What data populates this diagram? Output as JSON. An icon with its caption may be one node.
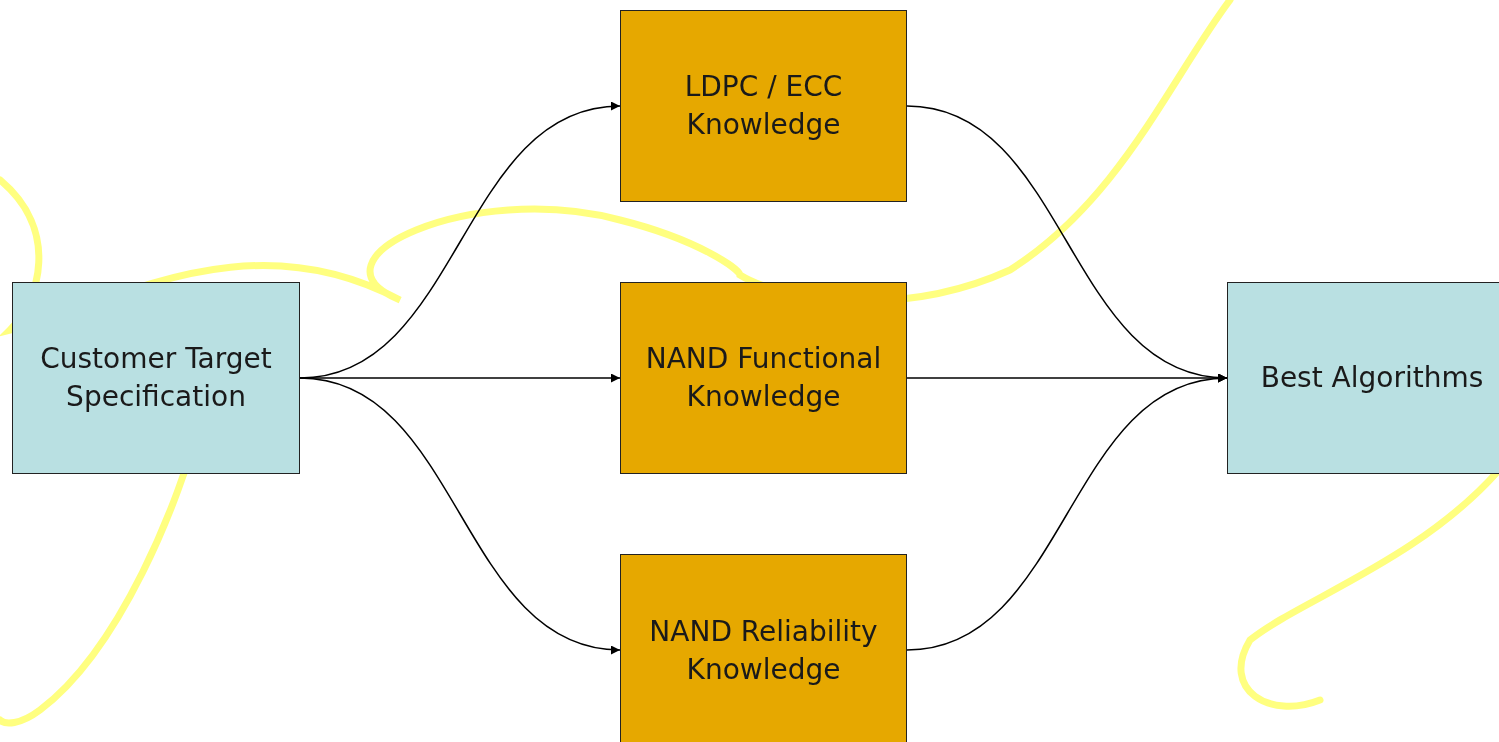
{
  "diagram": {
    "nodes": [
      {
        "text": [
          "Customer Target Specification"
        ]
      },
      {
        "text": [
          "LDPC / ECC Knowledge"
        ]
      },
      {
        "text": [
          "NAND Functional Knowledge"
        ]
      },
      {
        "text": [
          "NAND Reliability Knowledge"
        ]
      },
      {
        "text": [
          "Best Algorithms"
        ]
      }
    ],
    "edges": [
      {
        "from": 0,
        "to": 1,
        "arrow": "to"
      },
      {
        "from": 0,
        "to": 2,
        "arrow": "to"
      },
      {
        "from": 0,
        "to": 3,
        "arrow": "to"
      },
      {
        "from": 1,
        "to": 4,
        "arrow": "to"
      },
      {
        "from": 2,
        "to": 4,
        "arrow": "to"
      },
      {
        "from": 3,
        "to": 4,
        "arrow": "to"
      }
    ]
  }
}
